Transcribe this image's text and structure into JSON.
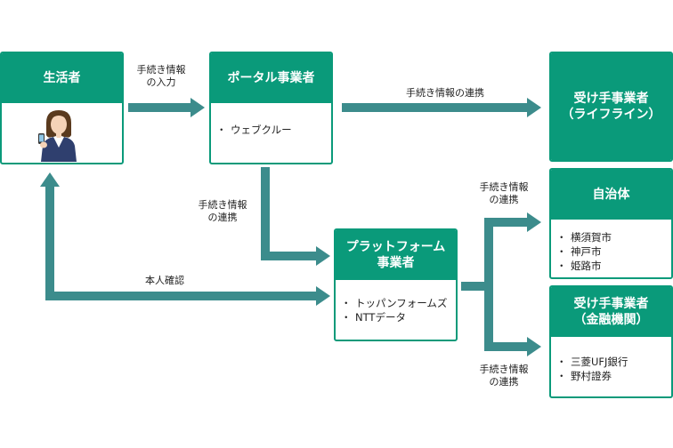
{
  "colors": {
    "header": "#0a9a7a",
    "arrow": "#3c8c8c"
  },
  "boxes": {
    "citizen": {
      "title": "生活者",
      "icon": "person-with-smartphone-icon"
    },
    "portal": {
      "title": "ポータル事業者",
      "items": [
        "ウェブクルー"
      ]
    },
    "lifeline": {
      "title_line1": "受け手事業者",
      "title_line2": "（ライフライン）"
    },
    "platform": {
      "title_line1": "プラットフォーム",
      "title_line2": "事業者",
      "items": [
        "トッパンフォームズ",
        "NTTデータ"
      ]
    },
    "municipality": {
      "title": "自治体",
      "items": [
        "横須賀市",
        "神戸市",
        "姫路市"
      ]
    },
    "finance": {
      "title_line1": "受け手事業者",
      "title_line2": "（金融機関）",
      "items": [
        "三菱UFJ銀行",
        "野村證券"
      ]
    }
  },
  "labels": {
    "input": {
      "line1": "手続き情報",
      "line2": "の入力"
    },
    "link_lifeline": "手続き情報の連携",
    "link_platform": {
      "line1": "手続き情報",
      "line2": "の連携"
    },
    "identity": "本人確認",
    "link_municipality": {
      "line1": "手続き情報",
      "line2": "の連携"
    },
    "link_finance": {
      "line1": "手続き情報",
      "line2": "の連携"
    }
  }
}
